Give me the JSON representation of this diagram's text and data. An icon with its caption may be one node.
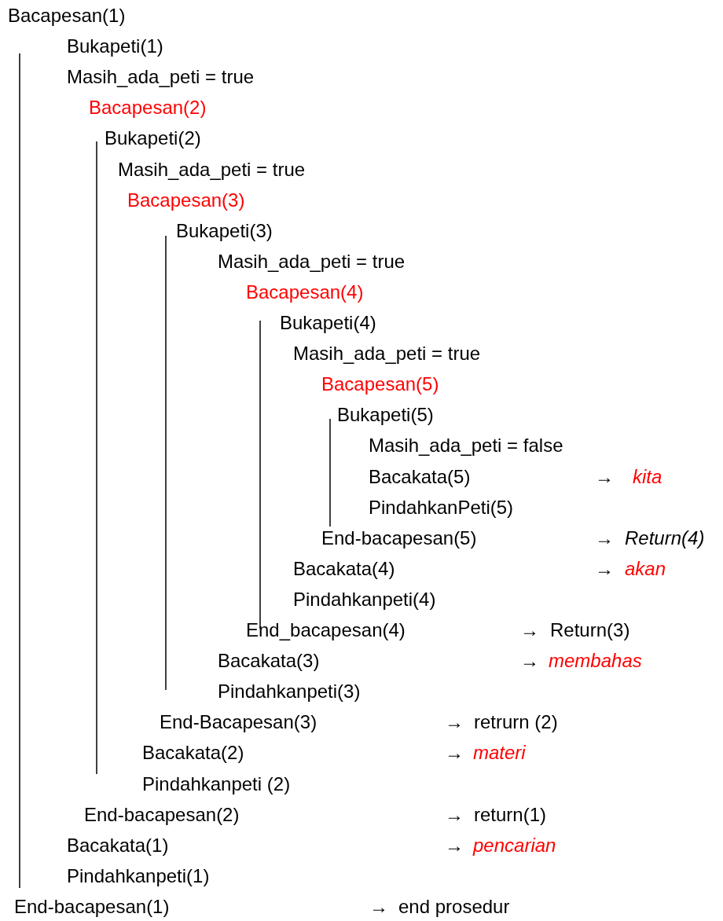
{
  "diagram": {
    "labels": [
      "Bacapesan(1)",
      "Bukapeti(1)",
      "Masih_ada_peti = true",
      "Bacapesan(2)",
      "Bukapeti(2)",
      "Masih_ada_peti = true",
      "Bacapesan(3)",
      "Bukapeti(3)",
      "Masih_ada_peti = true",
      "Bacapesan(4)",
      "Bukapeti(4)",
      "Masih_ada_peti = true",
      "Bacapesan(5)",
      "Bukapeti(5)",
      "Masih_ada_peti = false",
      "Bacakata(5)",
      "→",
      "kita",
      "PindahkanPeti(5)",
      "End-bacapesan(5)",
      "→",
      "Return(4)",
      "Bacakata(4)",
      "→",
      "akan",
      "Pindahkanpeti(4)",
      "End_bacapesan(4)",
      "→",
      "Return(3)",
      "Bacakata(3)",
      "→",
      "membahas",
      "Pindahkanpeti(3)",
      "End-Bacapesan(3)",
      "→",
      "retrurn (2)",
      "Bacakata(2)",
      "→",
      "materi",
      "Pindahkanpeti (2)",
      "End-bacapesan(2)",
      "→",
      "return(1)",
      "Bacakata(1)",
      "→",
      "pencarian",
      "Pindahkanpeti(1)",
      "End-bacapesan(1)",
      "→",
      "end prosedur"
    ]
  }
}
